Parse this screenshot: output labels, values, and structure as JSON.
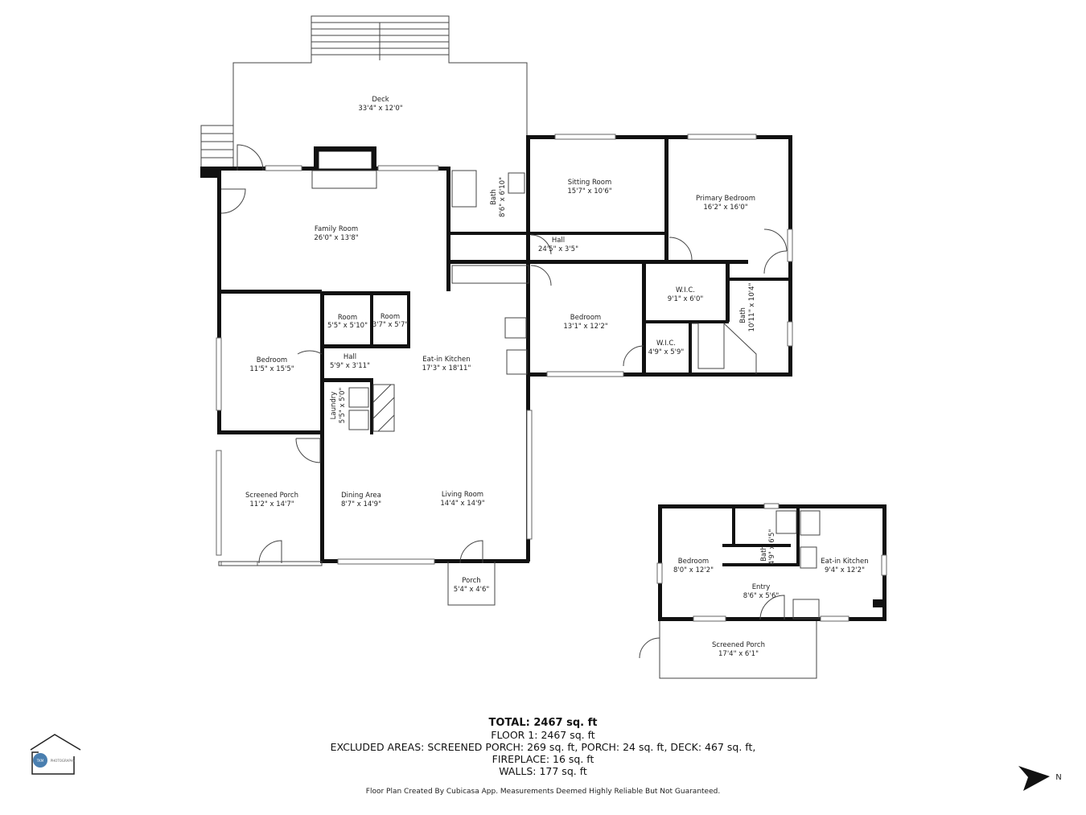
{
  "rooms": {
    "deck": {
      "name": "Deck",
      "dims": "33'4\" x 12'0\""
    },
    "family_room": {
      "name": "Family Room",
      "dims": "26'0\" x 13'8\""
    },
    "bath1": {
      "name": "Bath",
      "dims": "8'6\" x 6'10\""
    },
    "sitting_room": {
      "name": "Sitting Room",
      "dims": "15'7\" x 10'6\""
    },
    "primary_bedroom": {
      "name": "Primary Bedroom",
      "dims": "16'2\" x 16'0\""
    },
    "hall1": {
      "name": "Hall",
      "dims": "24'5\" x 3'5\""
    },
    "bedroom_mid": {
      "name": "Bedroom",
      "dims": "13'1\" x 12'2\""
    },
    "wic1": {
      "name": "W.I.C.",
      "dims": "9'1\" x 6'0\""
    },
    "wic2": {
      "name": "W.I.C.",
      "dims": "4'9\" x 5'9\""
    },
    "bath2": {
      "name": "Bath",
      "dims": "10'11\" x 10'4\""
    },
    "room1": {
      "name": "Room",
      "dims": "5'5\" x 5'10\""
    },
    "room2": {
      "name": "Room",
      "dims": "3'7\" x 5'7\""
    },
    "bedroom_left": {
      "name": "Bedroom",
      "dims": "11'5\" x 15'5\""
    },
    "hall2": {
      "name": "Hall",
      "dims": "5'9\" x 3'11\""
    },
    "kitchen": {
      "name": "Eat-in Kitchen",
      "dims": "17'3\" x 18'11\""
    },
    "laundry": {
      "name": "Laundry",
      "dims": "5'5\" x 5'0\""
    },
    "screened_porch1": {
      "name": "Screened Porch",
      "dims": "11'2\" x 14'7\""
    },
    "dining": {
      "name": "Dining Area",
      "dims": "8'7\" x 14'9\""
    },
    "living": {
      "name": "Living Room",
      "dims": "14'4\" x 14'9\""
    },
    "porch": {
      "name": "Porch",
      "dims": "5'4\" x 4'6\""
    },
    "gh_bedroom": {
      "name": "Bedroom",
      "dims": "8'0\" x 12'2\""
    },
    "gh_bath": {
      "name": "Bath",
      "dims": "4'9\" x 6'5\""
    },
    "gh_kitchen": {
      "name": "Eat-in Kitchen",
      "dims": "9'4\" x 12'2\""
    },
    "gh_entry": {
      "name": "Entry",
      "dims": "8'6\" x 5'6\""
    },
    "gh_porch": {
      "name": "Screened Porch",
      "dims": "17'4\" x 6'1\""
    }
  },
  "summary": {
    "total": "TOTAL: 2467 sq. ft",
    "floor1": "FLOOR 1: 2467 sq. ft",
    "excluded": "EXCLUDED AREAS: SCREENED PORCH: 269 sq. ft, PORCH: 24 sq. ft, DECK: 467 sq. ft,",
    "fireplace": "FIREPLACE: 16 sq. ft",
    "walls": "WALLS: 177 sq. ft"
  },
  "disclaimer": "Floor Plan Created By Cubicasa App. Measurements Deemed Highly Reliable But Not Guaranteed.",
  "logo": {
    "text": "TKM PHOTOGRAPHY",
    "accent": "#4a7fb0"
  },
  "compass": {
    "label": "N",
    "icon": "north-arrow-icon"
  }
}
